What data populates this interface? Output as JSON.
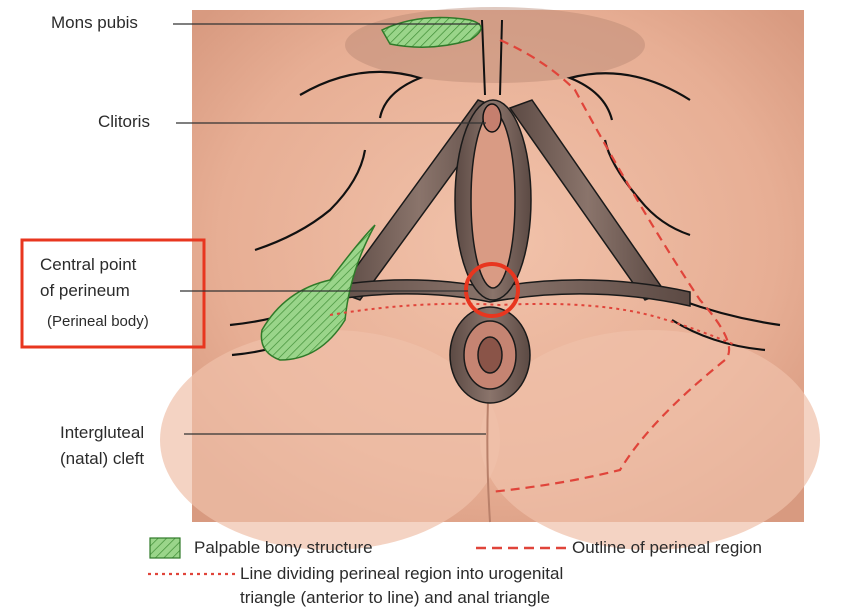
{
  "labels": {
    "mons_pubis": "Mons pubis",
    "clitoris": "Clitoris",
    "central_point_line1": "Central point",
    "central_point_line2": "of perineum",
    "perineal_body": "(Perineal body)",
    "intergluteal_line1": "Intergluteal",
    "intergluteal_line2": "(natal) cleft"
  },
  "legend": {
    "palpable": "Palpable bony structure",
    "outline": "Outline of perineal region",
    "dividing_line1": "Line dividing perineal region into urogenital",
    "dividing_line2": "triangle (anterior to line) and anal triangle"
  },
  "colors": {
    "skin": "#e9b59c",
    "skin_shadow": "#c98f78",
    "muscle": "#6e5a52",
    "bony_green": "#7cc46a",
    "outline_red": "#e0443a",
    "highlight_red": "#e8361f"
  }
}
